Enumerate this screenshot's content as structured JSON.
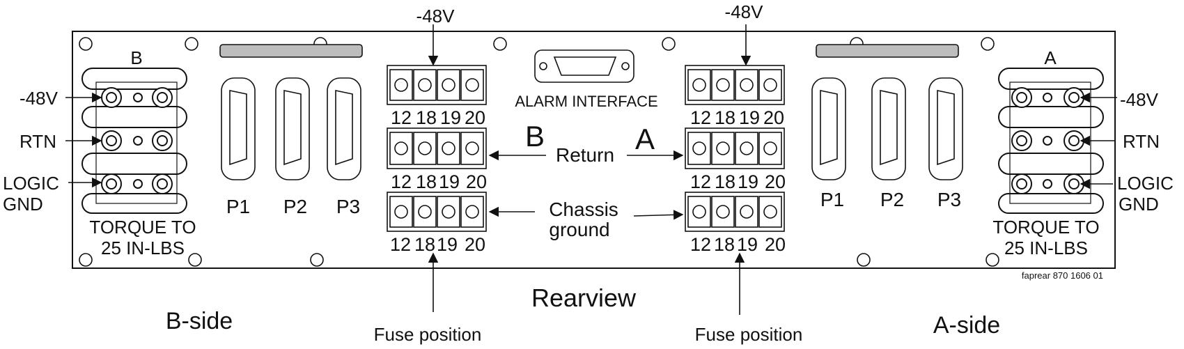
{
  "labels": {
    "top_b": "-48V",
    "top_a": "-48V",
    "side_b": "B",
    "side_a": "A",
    "big_b": "B",
    "big_a": "A",
    "alarm": "ALARM INTERFACE",
    "return": "Return",
    "chassis_line1": "Chassis",
    "chassis_line2": "ground",
    "rearview": "Rearview",
    "b_side": "B-side",
    "a_side": "A-side",
    "fuse_b": "Fuse position",
    "fuse_a": "Fuse position",
    "footer": "faprear 870 1606 01",
    "torque_l1": "TORQUE TO",
    "torque_l2": "25 IN-LBS",
    "m48v": "-48V",
    "rtn": "RTN",
    "logic": "LOGIC",
    "gnd": "GND"
  },
  "connectors": [
    "P1",
    "P2",
    "P3"
  ],
  "fuse_numbers": [
    "12",
    "18",
    "19",
    "20"
  ],
  "colors": {
    "line": "#111111",
    "bar": "#bdbdbd",
    "panel": "#ffffff"
  }
}
